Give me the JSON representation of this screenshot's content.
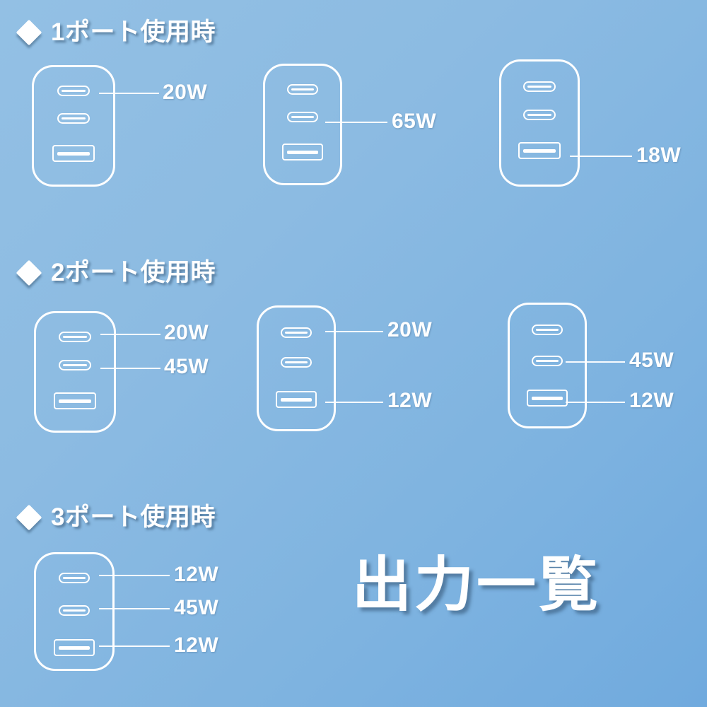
{
  "headline": "出力一覧",
  "sections": [
    {
      "id": "one-port",
      "bullet": "diamond-icon",
      "title": "1ポート使用時",
      "chargers": [
        {
          "name": "charger-1a",
          "ports": [
            "usb-c",
            "usb-c",
            "usb-a"
          ],
          "labels": [
            {
              "value": "20W",
              "port": "usb-c-top"
            }
          ]
        },
        {
          "name": "charger-1b",
          "ports": [
            "usb-c",
            "usb-c",
            "usb-a"
          ],
          "labels": [
            {
              "value": "65W",
              "port": "usb-c-middle"
            }
          ]
        },
        {
          "name": "charger-1c",
          "ports": [
            "usb-c",
            "usb-c",
            "usb-a"
          ],
          "labels": [
            {
              "value": "18W",
              "port": "usb-a-bottom"
            }
          ]
        }
      ]
    },
    {
      "id": "two-port",
      "bullet": "diamond-icon",
      "title": "2ポート使用時",
      "chargers": [
        {
          "name": "charger-2a",
          "ports": [
            "usb-c",
            "usb-c",
            "usb-a"
          ],
          "labels": [
            {
              "value": "20W",
              "port": "usb-c-top"
            },
            {
              "value": "45W",
              "port": "usb-c-middle"
            }
          ]
        },
        {
          "name": "charger-2b",
          "ports": [
            "usb-c",
            "usb-c",
            "usb-a"
          ],
          "labels": [
            {
              "value": "20W",
              "port": "usb-c-top"
            },
            {
              "value": "12W",
              "port": "usb-a-bottom"
            }
          ]
        },
        {
          "name": "charger-2c",
          "ports": [
            "usb-c",
            "usb-c",
            "usb-a"
          ],
          "labels": [
            {
              "value": "45W",
              "port": "usb-c-middle"
            },
            {
              "value": "12W",
              "port": "usb-a-bottom"
            }
          ]
        }
      ]
    },
    {
      "id": "three-port",
      "bullet": "diamond-icon",
      "title": "3ポート使用時",
      "chargers": [
        {
          "name": "charger-3a",
          "ports": [
            "usb-c",
            "usb-c",
            "usb-a"
          ],
          "labels": [
            {
              "value": "12W",
              "port": "usb-c-top"
            },
            {
              "value": "45W",
              "port": "usb-c-middle"
            },
            {
              "value": "12W",
              "port": "usb-a-bottom"
            }
          ]
        }
      ]
    }
  ],
  "colors": {
    "background_top_left": "#93c0e4",
    "background_bottom_right": "#70aade",
    "stroke": "#ffffff",
    "text": "#ffffff"
  }
}
